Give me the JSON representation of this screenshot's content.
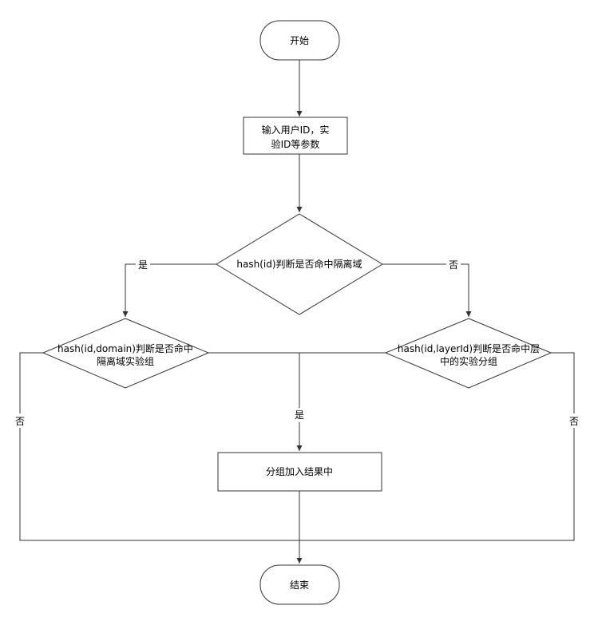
{
  "flowchart": {
    "start": {
      "label": "开始"
    },
    "input": {
      "line1": "输入用户ID，实",
      "line2": "验ID等参数"
    },
    "decision_isolation": {
      "label": "hash(id)判断是否命中隔离域"
    },
    "decision_domain": {
      "line1": "hash(id,domain)判断是否命中",
      "line2": "隔离域实验组"
    },
    "decision_layer": {
      "line1": "hash(id,layerId)判断是否命中层",
      "line2": "中的实验分组"
    },
    "add_group": {
      "label": "分组加入结果中"
    },
    "end": {
      "label": "结束"
    },
    "edges": {
      "yes_left": "是",
      "no_right": "否",
      "no_domain": "否",
      "yes_center": "是",
      "no_layer": "否"
    }
  },
  "colors": {
    "stroke": "#333333",
    "fill": "#ffffff",
    "text": "#000000"
  }
}
